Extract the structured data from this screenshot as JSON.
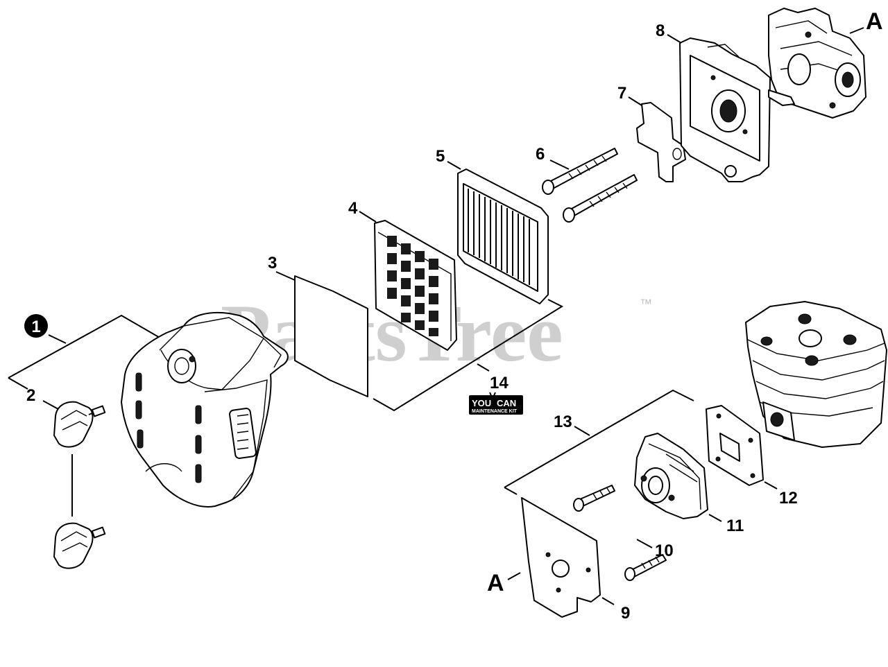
{
  "watermark": {
    "brand": "PartsTree",
    "tm": "™"
  },
  "kit_badge": {
    "line1_a": "YOU",
    "line1_b": "CAN",
    "line2": "MAINTENANCE KIT"
  },
  "callouts": {
    "c1": "1",
    "c2": "2",
    "c3": "3",
    "c4": "4",
    "c5": "5",
    "c6": "6",
    "c7": "7",
    "c8": "8",
    "c9": "9",
    "c10": "10",
    "c11": "11",
    "c12": "12",
    "c13": "13",
    "c14": "14",
    "refA_top": "A",
    "refA_bottom": "A"
  }
}
